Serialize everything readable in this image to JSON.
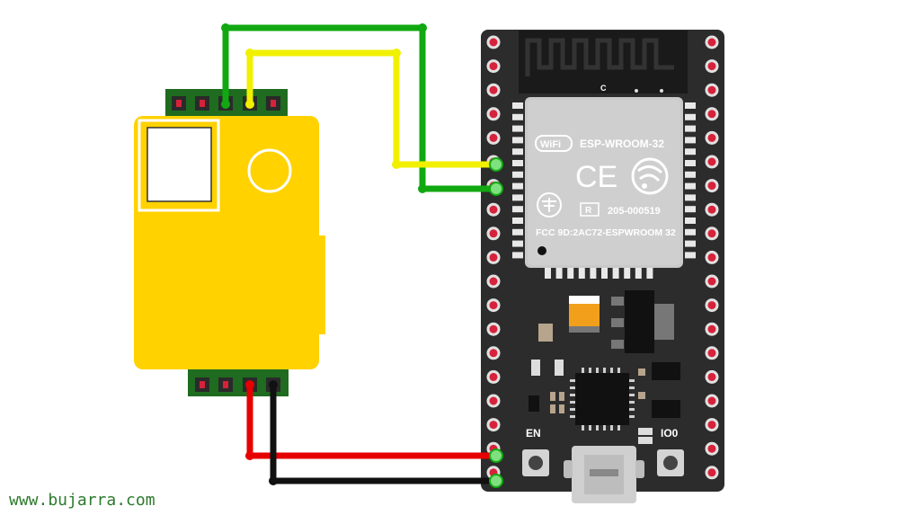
{
  "module": {
    "wifi_logo": "WiFi",
    "title": "ESP-WROOM-32",
    "ce_mark": "CE",
    "r_mark": "R",
    "cert_code": "205-000519",
    "fcc": "FCC 9D:2AC72-ESPWROOM 32",
    "antenna_mark": "C"
  },
  "board": {
    "en_label": "EN",
    "io0_label": "IO0"
  },
  "wires": {
    "top_a_color": "#11a811",
    "top_b_color": "#f0f000",
    "power_color": "#e60000",
    "ground_color": "#111111"
  },
  "sensor": {
    "color": "#ffd200"
  },
  "footer": {
    "watermark": "www.bujarra.com"
  }
}
